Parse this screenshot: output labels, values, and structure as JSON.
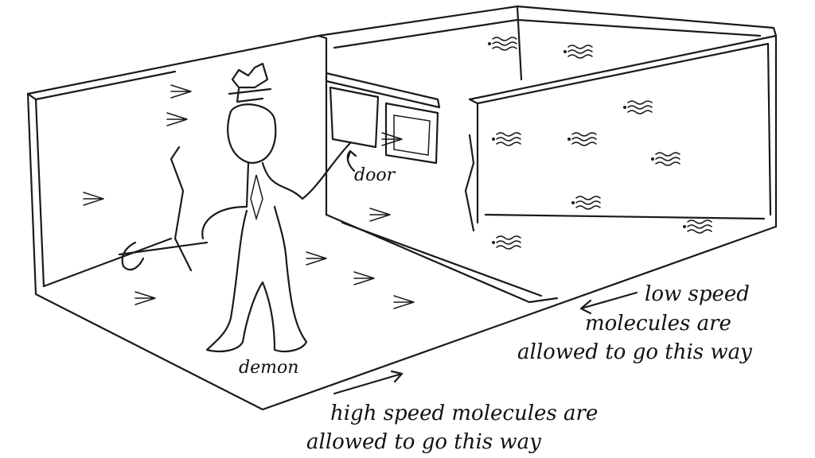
{
  "labels": {
    "door": "door",
    "demon": "demon",
    "low_speed": [
      "low speed",
      "molecules are",
      "allowed to go this way"
    ],
    "high_speed": [
      "high speed molecules are",
      "allowed to go this way"
    ]
  },
  "colors": {
    "ink": "#1a1a1a",
    "paper": "#ffffff"
  }
}
